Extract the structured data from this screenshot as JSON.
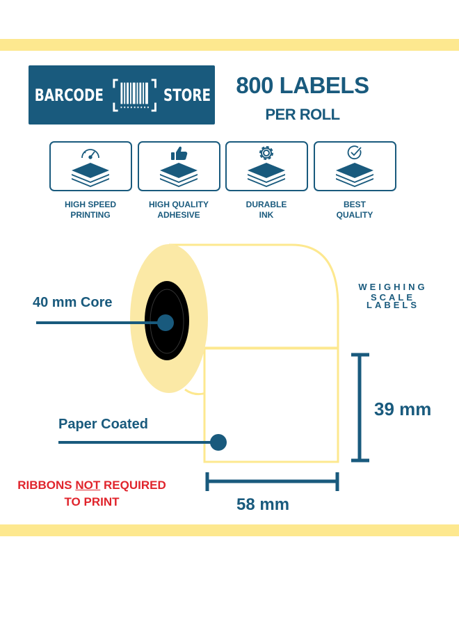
{
  "logo": {
    "left_word": "BARCODE",
    "right_word": "STORE",
    "mark_icon": "barcode-bracket-icon"
  },
  "headline": {
    "main": "800 LABELS",
    "sub": "PER ROLL"
  },
  "features": [
    {
      "icon": "speedometer-icon",
      "line1": "HIGH SPEED",
      "line2": "PRINTING"
    },
    {
      "icon": "thumbs-up-icon",
      "line1": "HIGH QUALITY",
      "line2": "ADHESIVE"
    },
    {
      "icon": "gear-icon",
      "line1": "DURABLE",
      "line2": "INK"
    },
    {
      "icon": "check-badge-icon",
      "line1": "BEST",
      "line2": "QUALITY"
    }
  ],
  "product": {
    "side_title_line1": "WEIGHING SCALE",
    "side_title_line2": "LABELS",
    "core_callout": "40 mm Core",
    "material_callout": "Paper Coated",
    "height": "39 mm",
    "width": "58 mm"
  },
  "note": {
    "part1": "RIBBONS ",
    "emphasis": "NOT",
    "part2": " REQUIRED",
    "line2": "TO PRINT"
  },
  "colors": {
    "brand_blue": "#195a7d",
    "band_yellow": "#fde88f",
    "roll_yellow": "#fbe9a6",
    "warning_red": "#e0242c"
  }
}
